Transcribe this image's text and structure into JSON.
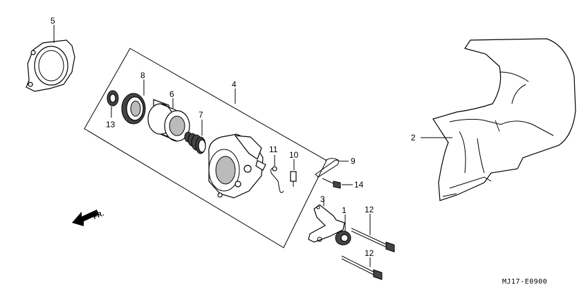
{
  "callouts": {
    "c1": "1",
    "c2": "2",
    "c3": "3",
    "c4": "4",
    "c5": "5",
    "c6": "6",
    "c7": "7",
    "c8": "8",
    "c9": "9",
    "c10": "10",
    "c11": "11",
    "c12a": "12",
    "c12b": "12",
    "c13": "13",
    "c14": "14"
  },
  "direction_label": "FR.",
  "reference_code": "MJ17-E0900"
}
